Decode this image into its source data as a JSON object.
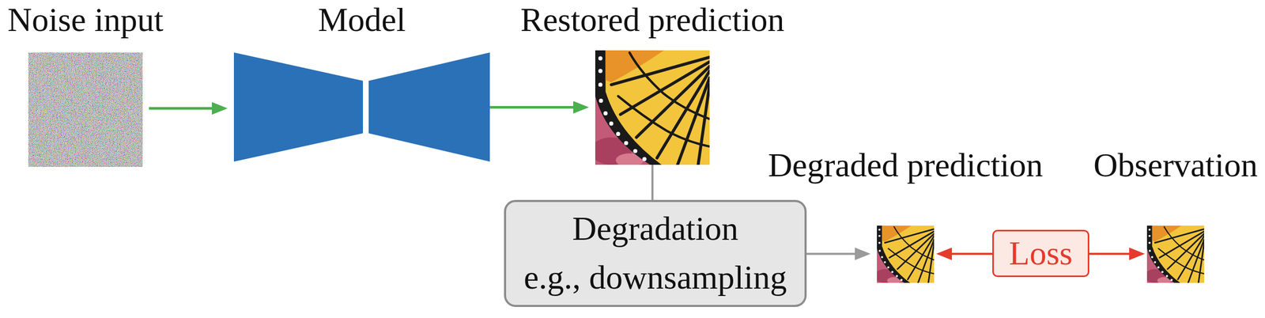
{
  "diagram": {
    "nodes": [
      {
        "text": [
          "Noise input"
        ]
      },
      {
        "text": [
          "Model"
        ]
      },
      {
        "text": [
          "Restored prediction"
        ]
      },
      {
        "text": [
          "Degradation",
          "e.g., downsampling"
        ]
      },
      {
        "text": [
          "Degraded prediction"
        ]
      },
      {
        "text": [
          "Loss"
        ]
      },
      {
        "text": [
          "Observation"
        ]
      }
    ],
    "edges": [
      {
        "from": 0,
        "to": 1,
        "arrow": "to"
      },
      {
        "from": 1,
        "to": 2,
        "arrow": "to"
      },
      {
        "from": 2,
        "to": 3,
        "arrow": "none"
      },
      {
        "from": 3,
        "to": 4,
        "arrow": "to"
      },
      {
        "from": 5,
        "to": 4,
        "arrow": "to"
      },
      {
        "from": 5,
        "to": 6,
        "arrow": "to"
      }
    ]
  }
}
